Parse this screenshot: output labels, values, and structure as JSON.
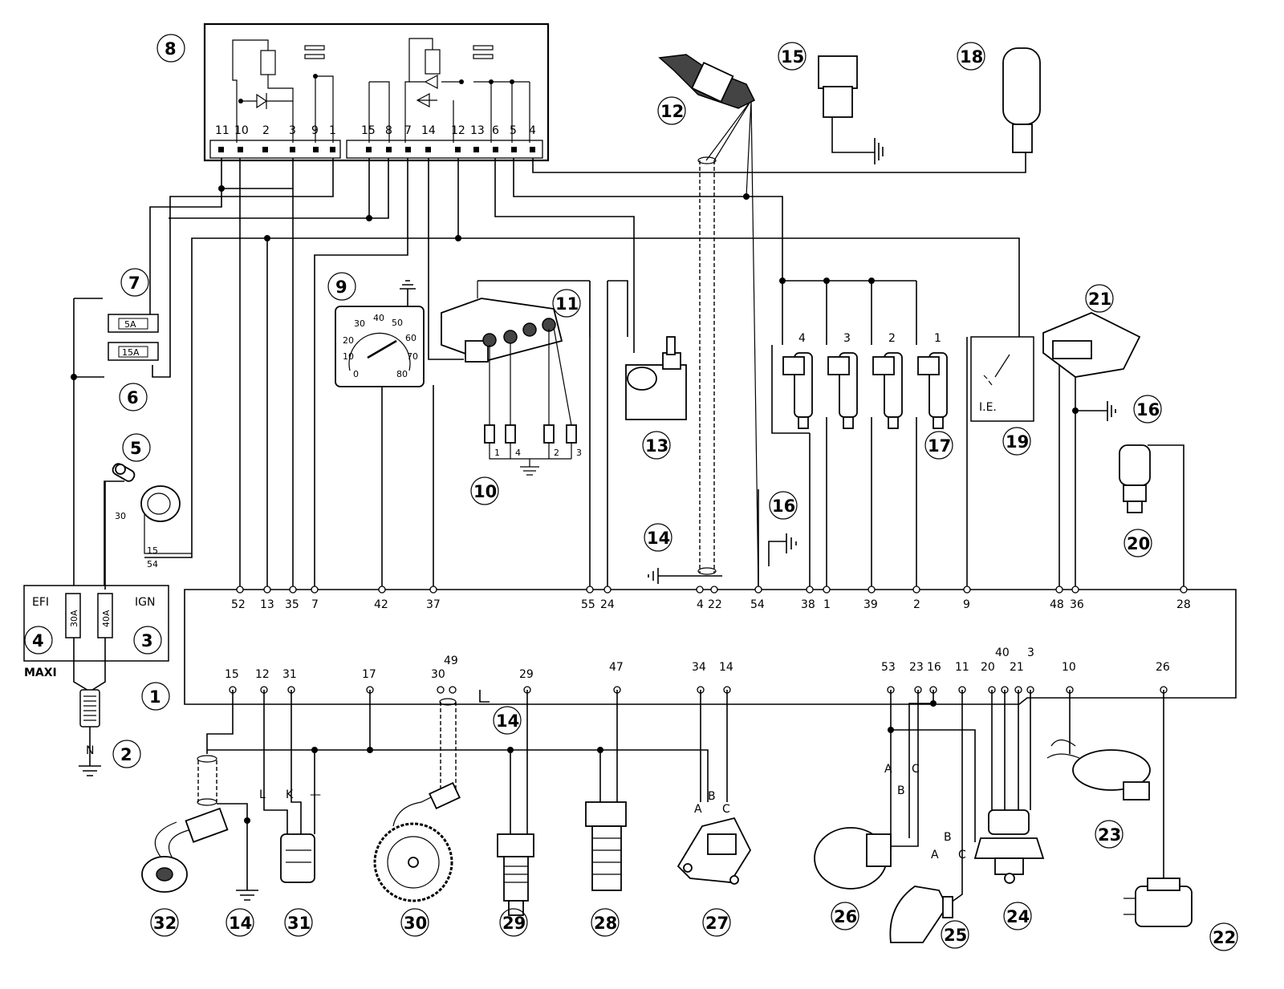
{
  "diagram": {
    "callouts": {
      "c1": "1",
      "c2": "2",
      "c3": "3",
      "c4": "4",
      "c5": "5",
      "c6": "6",
      "c7": "7",
      "c8": "8",
      "c9": "9",
      "c10": "10",
      "c11": "11",
      "c12": "12",
      "c13": "13",
      "c14a": "14",
      "c14b": "14",
      "c14c": "14",
      "c15": "15",
      "c16a": "16",
      "c16b": "16",
      "c17": "17",
      "c18": "18",
      "c19": "19",
      "c20": "20",
      "c21": "21",
      "c22": "22",
      "c23": "23",
      "c24": "24",
      "c25": "25",
      "c26": "26",
      "c27": "27",
      "c28": "28",
      "c29": "29",
      "c30": "30",
      "c31": "31",
      "c32": "32"
    },
    "relay_pins": {
      "p11": "11",
      "p10": "10",
      "p2": "2",
      "p3": "3",
      "p9": "9",
      "p1": "1",
      "p15": "15",
      "p8": "8",
      "p7": "7",
      "p14": "14",
      "p12": "12",
      "p13": "13",
      "p6": "6",
      "p5": "5",
      "p4": "4"
    },
    "ecu_top_pins": {
      "t52": "52",
      "t13": "13",
      "t35": "35",
      "t7": "7",
      "t42": "42",
      "t37": "37",
      "t55": "55",
      "t24": "24",
      "t4": "4",
      "t22": "22",
      "t54": "54",
      "t38": "38",
      "t1": "1",
      "t39": "39",
      "t2": "2",
      "t9": "9",
      "t48": "48",
      "t36": "36",
      "t28": "28"
    },
    "ecu_bottom_pins": {
      "b15": "15",
      "b12": "12",
      "b31": "31",
      "b17": "17",
      "b30": "30",
      "b49": "49",
      "b29": "29",
      "b47": "47",
      "b34": "34",
      "b14": "14",
      "b53": "53",
      "b23": "23",
      "b16": "16",
      "b11": "11",
      "b20": "20",
      "b40": "40",
      "b21": "21",
      "b3": "3",
      "b10": "10",
      "b26": "26"
    },
    "fuse_box": {
      "efi": "EFI",
      "ign": "IGN",
      "maxi": "MAXI",
      "fuse_30a": "30A",
      "fuse_40a": "40A",
      "fuse_5a": "5A",
      "fuse_15a": "15A"
    },
    "ignition_switch": {
      "t30": "30",
      "t15": "15",
      "t54": "54"
    },
    "battery": {
      "neg": "N"
    },
    "gauge": {
      "s0": "0",
      "s10": "10",
      "s20": "20",
      "s30": "30",
      "s40": "40",
      "s50": "50",
      "s60": "60",
      "s70": "70",
      "s80": "80"
    },
    "spark_plugs": {
      "sp1": "1",
      "sp4": "4",
      "sp2": "2",
      "sp3": "3"
    },
    "injectors": {
      "i4": "4",
      "i3": "3",
      "i2": "2",
      "i1": "1"
    },
    "ie_label": "I.E.",
    "wire_letters": {
      "l": "L",
      "k": "K",
      "dash": "—",
      "a27": "A",
      "b27": "B",
      "c27": "C",
      "a26": "A",
      "b26": "B",
      "c26": "C",
      "a25": "A",
      "b25": "B",
      "c25": "C"
    }
  }
}
